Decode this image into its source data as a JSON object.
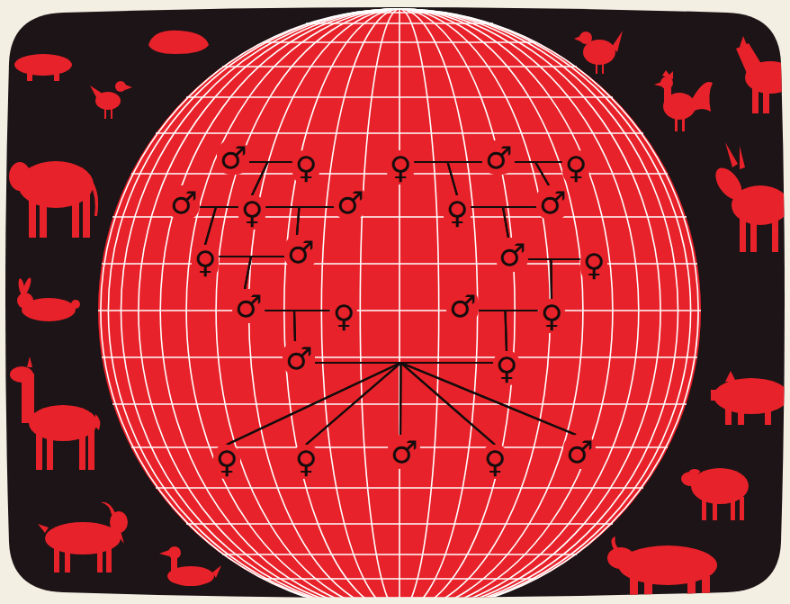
{
  "diagram": {
    "nodes": [
      {
        "text": [
          "♂"
        ]
      },
      {
        "text": [
          "♀"
        ]
      },
      {
        "text": [
          "♀"
        ]
      },
      {
        "text": [
          "♂"
        ]
      },
      {
        "text": [
          "♀"
        ]
      },
      {
        "text": [
          "♂"
        ]
      },
      {
        "text": [
          "♀"
        ]
      },
      {
        "text": [
          "♂"
        ]
      },
      {
        "text": [
          "♀"
        ]
      },
      {
        "text": [
          "♂"
        ]
      },
      {
        "text": [
          "♀"
        ]
      },
      {
        "text": [
          "♂"
        ]
      },
      {
        "text": [
          "♂"
        ]
      },
      {
        "text": [
          "♀"
        ]
      },
      {
        "text": [
          "♂"
        ]
      },
      {
        "text": [
          "♀"
        ]
      },
      {
        "text": [
          "♂"
        ]
      },
      {
        "text": [
          "♀"
        ]
      },
      {
        "text": [
          "♂"
        ]
      },
      {
        "text": [
          "♀"
        ]
      },
      {
        "text": [
          "♀"
        ]
      },
      {
        "text": [
          "♀"
        ]
      },
      {
        "text": [
          "♂"
        ]
      },
      {
        "text": [
          "♀"
        ]
      },
      {
        "text": [
          "♂"
        ]
      }
    ],
    "edges": [
      {
        "from": 0,
        "to": 1,
        "arrow": "none"
      },
      {
        "from": 2,
        "to": 3,
        "arrow": "none"
      },
      {
        "from": 3,
        "to": 4,
        "arrow": "none"
      },
      {
        "from": 5,
        "to": 6,
        "arrow": "none"
      },
      {
        "from": 6,
        "to": 7,
        "arrow": "none"
      },
      {
        "from": 8,
        "to": 9,
        "arrow": "none"
      },
      {
        "from": 10,
        "to": 11,
        "arrow": "none"
      },
      {
        "from": 12,
        "to": 13,
        "arrow": "none"
      },
      {
        "from": 14,
        "to": 15,
        "arrow": "none"
      },
      {
        "from": 16,
        "to": 17,
        "arrow": "none"
      },
      {
        "from": 18,
        "to": 19,
        "arrow": "none"
      },
      {
        "from": 0,
        "to": 6,
        "arrow": "none"
      },
      {
        "from": 1,
        "to": 6,
        "arrow": "none"
      },
      {
        "from": 2,
        "to": 8,
        "arrow": "none"
      },
      {
        "from": 3,
        "to": 8,
        "arrow": "none"
      },
      {
        "from": 3,
        "to": 9,
        "arrow": "none"
      },
      {
        "from": 4,
        "to": 9,
        "arrow": "none"
      },
      {
        "from": 5,
        "to": 10,
        "arrow": "none"
      },
      {
        "from": 6,
        "to": 10,
        "arrow": "none"
      },
      {
        "from": 6,
        "to": 11,
        "arrow": "none"
      },
      {
        "from": 7,
        "to": 11,
        "arrow": "none"
      },
      {
        "from": 8,
        "to": 12,
        "arrow": "none"
      },
      {
        "from": 9,
        "to": 12,
        "arrow": "none"
      },
      {
        "from": 10,
        "to": 14,
        "arrow": "none"
      },
      {
        "from": 11,
        "to": 14,
        "arrow": "none"
      },
      {
        "from": 12,
        "to": 17,
        "arrow": "none"
      },
      {
        "from": 13,
        "to": 17,
        "arrow": "none"
      },
      {
        "from": 14,
        "to": 18,
        "arrow": "none"
      },
      {
        "from": 15,
        "to": 18,
        "arrow": "none"
      },
      {
        "from": 16,
        "to": 19,
        "arrow": "none"
      },
      {
        "from": 17,
        "to": 19,
        "arrow": "none"
      },
      {
        "from": 18,
        "to": 20,
        "arrow": "none"
      },
      {
        "from": 18,
        "to": 21,
        "arrow": "none"
      },
      {
        "from": 18,
        "to": 22,
        "arrow": "none"
      },
      {
        "from": 18,
        "to": 23,
        "arrow": "none"
      },
      {
        "from": 18,
        "to": 24,
        "arrow": "none"
      },
      {
        "from": 19,
        "to": 20,
        "arrow": "none"
      },
      {
        "from": 19,
        "to": 21,
        "arrow": "none"
      },
      {
        "from": 19,
        "to": 22,
        "arrow": "none"
      },
      {
        "from": 19,
        "to": 23,
        "arrow": "none"
      },
      {
        "from": 19,
        "to": 24,
        "arrow": "none"
      }
    ]
  }
}
